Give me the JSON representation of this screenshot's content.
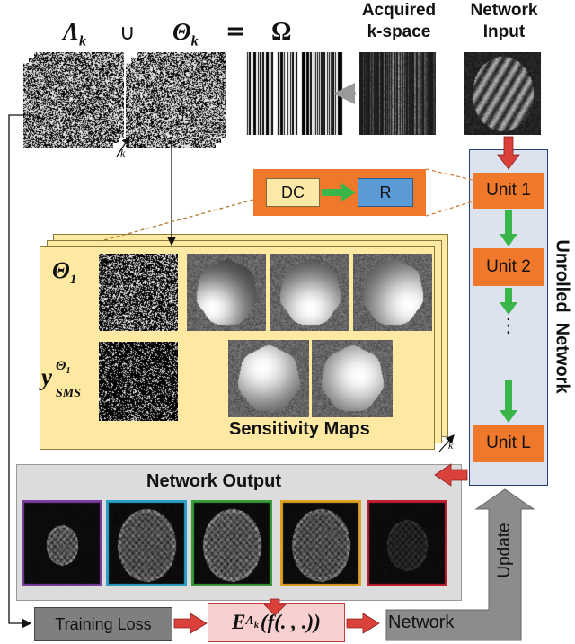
{
  "header": {
    "lambda_symbol": "Λ",
    "lambda_subscript": "k",
    "union_symbol": "∪",
    "theta_symbol": "Θ",
    "theta_subscript": "k",
    "equals_symbol": "=",
    "omega_symbol": "Ω",
    "acquired_label_line1": "Acquired",
    "acquired_label_line2": "k-space",
    "network_input_line1": "Network",
    "network_input_line2": "Input"
  },
  "mask_index_label": "k",
  "dc_block": {
    "dc_label": "DC",
    "r_label": "R"
  },
  "unrolled_network": {
    "title": "Unrolled  Network",
    "units": [
      "Unit 1",
      "Unit 2",
      "⋮",
      "Unit L"
    ]
  },
  "sensitivity_panel": {
    "theta1_symbol": "Θ",
    "theta1_subscript": "1",
    "y_symbol": "y",
    "y_superscript_theta": "Θ",
    "y_superscript_sub": "1",
    "y_subscript": "SMS",
    "caption": "Sensitivity Maps",
    "stack_index_label": "k"
  },
  "network_output": {
    "title": "Network Output",
    "frame_colors": [
      "#7b3fa0",
      "#2aa0c8",
      "#3a9a3a",
      "#e0a020",
      "#c02030"
    ]
  },
  "bottom": {
    "training_loss_label": "Training Loss",
    "expectation_symbol": "E",
    "expectation_subscript": "Λ",
    "expectation_subscript_k": "k",
    "expectation_arg": "(f(. , .))",
    "network_label": "Network",
    "update_label": "Update"
  },
  "colors": {
    "unit_fill": "#f0782a",
    "dc_box_fill": "#f0782a",
    "dc_inner_fill": "#fce9a8",
    "r_inner_fill": "#5b9bd5",
    "green_arrow": "#39b54a",
    "red_arrow": "#d9413a",
    "panel_fill": "#fde9a2",
    "network_panel_fill": "#dde3ee",
    "network_panel_border": "#243f78",
    "output_panel_fill": "#dcdcdc",
    "gray_arrow": "#8c8c8c",
    "loss_box_fill": "#7f7f7f",
    "expectation_fill": "#f8d0d0"
  }
}
